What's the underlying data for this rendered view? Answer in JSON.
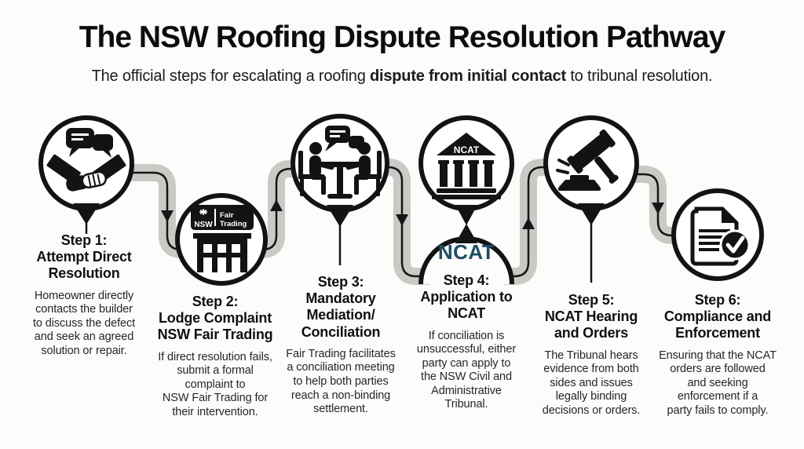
{
  "header": {
    "title": "The NSW Roofing Dispute Resolution Pathway",
    "subtitle_part1": "The official steps for escalating a roofing ",
    "subtitle_bold": "dispute from initial contact",
    "subtitle_part3": " to tribunal resolution."
  },
  "colors": {
    "ink": "#131313",
    "path_gray": "#c9c9c5",
    "ncat_teal": "#1d4e63",
    "background": "#fcfcfb"
  },
  "ncat_node_label": "NCAT",
  "icons": {
    "fair_trading_badge": {
      "org": "NSW",
      "name_line1": "Fair",
      "name_line2": "Trading"
    },
    "ncat_building_label": "NCAT"
  },
  "steps": [
    {
      "icon": "handshake-discussion-icon",
      "title": "Step 1:\nAttempt Direct\nResolution",
      "description": "Homeowner directly\ncontacts the builder\nto discuss the defect\nand seek an agreed\nsolution or repair."
    },
    {
      "icon": "fair-trading-office-icon",
      "title": "Step 2:\nLodge Complaint\nNSW Fair Trading",
      "description": "If direct resolution fails,\nsubmit a formal\ncomplaint to\nNSW Fair Trading for\ntheir intervention."
    },
    {
      "icon": "mediation-table-icon",
      "title": "Step 3:\nMandatory\nMediation/\nConciliation",
      "description": "Fair Trading facilitates\na conciliation meeting\nto help both parties\nreach a non-binding\nsettlement."
    },
    {
      "icon": "ncat-tribunal-building-icon",
      "title": "Step 4:\nApplication to\nNCAT",
      "description": "If conciliation is\nunsuccessful, either\nparty can apply to\nthe NSW Civil and\nAdministrative\nTribunal."
    },
    {
      "icon": "gavel-icon",
      "title": "Step 5:\nNCAT Hearing\nand Orders",
      "description": "The Tribunal hears\nevidence from both\nsides and issues\nlegally binding\ndecisions or orders."
    },
    {
      "icon": "document-check-icon",
      "title": "Step 6:\nCompliance and\nEnforcement",
      "description": "Ensuring that the NCAT\norders are followed\nand seeking\nenforcement if a\nparty fails to comply."
    }
  ]
}
